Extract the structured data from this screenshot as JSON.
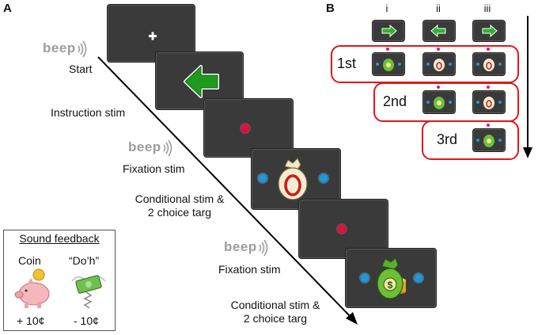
{
  "panel_a": {
    "letter": "A",
    "beep_text": "beep",
    "labels": {
      "start": "Start",
      "instruction": "Instruction stim",
      "fixation1": "Fixation stim",
      "conditional1_line1": "Conditional stim &",
      "conditional1_line2": "2 choice targ",
      "fixation2": "Fixation stim",
      "conditional2_line1": "Conditional stim &",
      "conditional2_line2": "2 choice targ"
    },
    "colors": {
      "screen_bg": "#3a3a3a",
      "arrow_green": "#1e9a1e",
      "fixation_red": "#e0103a",
      "target_blue": "#1a9ae0",
      "money_red": "#d01818"
    },
    "icons": {
      "fixation_cross": "plus-icon",
      "instruction_arrow": "left-arrow-icon",
      "conditional_bag": "money-bag-icon",
      "coin_stack": "coin-stack-icon"
    }
  },
  "feedback": {
    "title": "Sound feedback",
    "coin_label": "Coin",
    "doh_label": "“Do’h”",
    "plus_value": "+ 10¢",
    "minus_value": "- 10¢",
    "icons": [
      "piggy-bank-icon",
      "flying-money-icon"
    ]
  },
  "panel_b": {
    "letter": "B",
    "columns": [
      "i",
      "ii",
      "iii"
    ],
    "rows": [
      "1st",
      "2nd",
      "3rd"
    ],
    "row_outline_color": "#e01818"
  }
}
